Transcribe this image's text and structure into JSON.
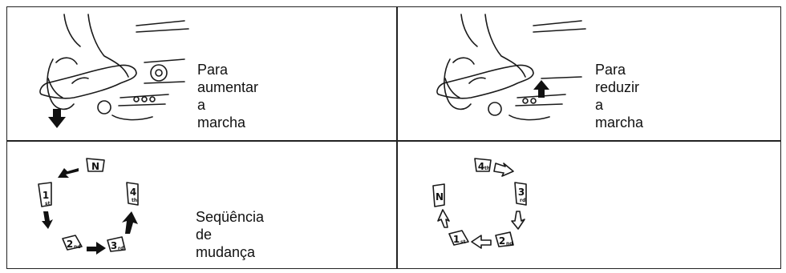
{
  "panels": {
    "upshift": {
      "caption": "Para aumentar a\nmarcha",
      "icon": "foot-pressing-shift-lever-down"
    },
    "downshift": {
      "caption": "Para reduzir a\nmarcha",
      "icon": "foot-lifting-shift-lever-up"
    },
    "sequence_up": {
      "caption": "Seqüência de\nmudança",
      "icon": "gear-sequence-diagram"
    },
    "sequence_down": {
      "icon": "gear-sequence-diagram-reverse"
    }
  },
  "gears_up": {
    "neutral": "N",
    "first": "1",
    "first_sub": "st",
    "second": "2",
    "second_sub": "nd",
    "third": "3",
    "third_sub": "rd",
    "fourth": "4",
    "fourth_sub": "th"
  },
  "gears_down": {
    "neutral": "N",
    "first": "1",
    "first_sub": "st",
    "second": "2",
    "second_sub": "nd",
    "third": "3",
    "third_sub": "rd",
    "fourth": "4",
    "fourth_sub": "th"
  },
  "colors": {
    "ink": "#111111",
    "line": "#222222",
    "background": "#ffffff"
  }
}
